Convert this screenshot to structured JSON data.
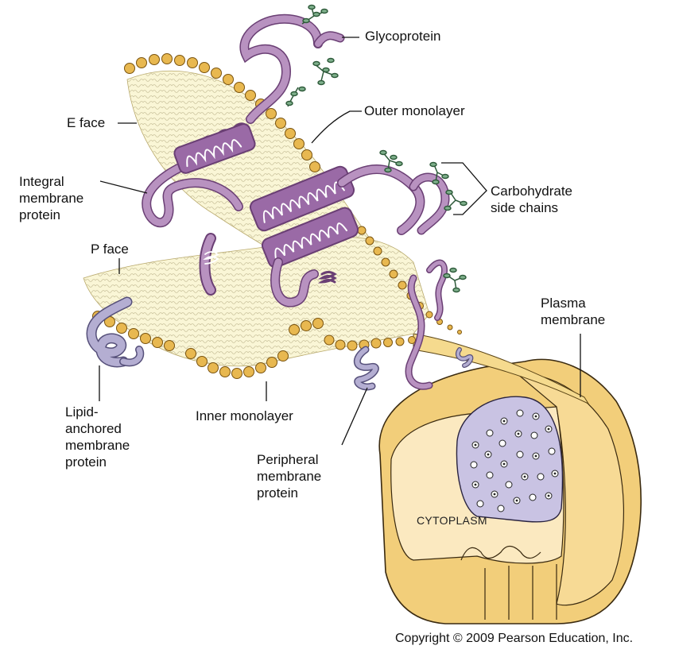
{
  "diagram": {
    "labels": {
      "glycoprotein": "Glycoprotein",
      "outer_monolayer": "Outer monolayer",
      "e_face": "E face",
      "integral_membrane_protein": "Integral\nmembrane\nprotein",
      "carbohydrate_side_chains": "Carbohydrate\nside chains",
      "p_face": "P face",
      "plasma_membrane": "Plasma\nmembrane",
      "lipid_anchored_membrane_protein": "Lipid-\nanchored\nmembrane\nprotein",
      "inner_monolayer": "Inner monolayer",
      "peripheral_membrane_protein": "Peripheral\nmembrane\nprotein",
      "cytoplasm": "CYTOPLASM"
    },
    "copyright": "Copyright © 2009 Pearson Education, Inc.",
    "colors": {
      "lipid_head": "#E8B850",
      "membrane_fill": "#FAF6D6",
      "integral_protein": "#B892C0",
      "lipid_anchored_protein": "#B4AED2",
      "carbohydrate": "#7FB08C",
      "cell_fill": "#F2CE7A",
      "nucleus": "#C9C3E3"
    }
  }
}
